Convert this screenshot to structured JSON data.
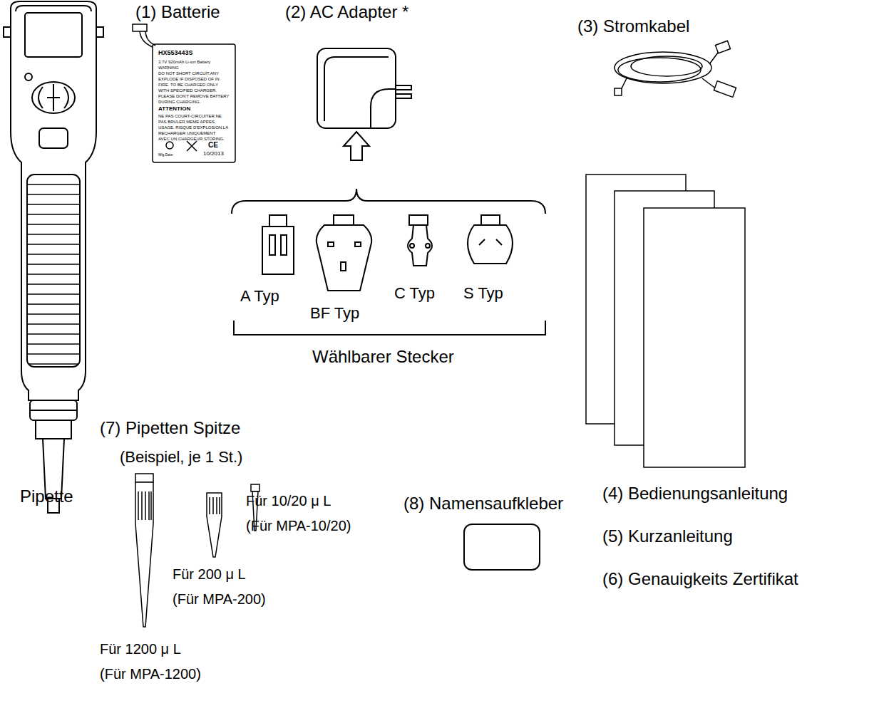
{
  "diagram": {
    "nodes": [
      {
        "text": [
          "(8) Namensaufkleber"
        ]
      }
    ],
    "labels": [
      "(1) Batterie",
      "(2) AC Adapter *",
      "(3) Stromkabel",
      "A Typ",
      "BF Typ",
      "C Typ",
      "S Typ",
      "Wählbarer Stecker",
      "(7) Pipetten Spitze",
      "(Beispiel, je 1 St.)",
      "Für 10/20 μ L",
      "(Für MPA-10/20)",
      "Für 200 μ L",
      "(Für MPA-200)",
      "Für 1200 μ L",
      "(Für MPA-1200)",
      "Pipette",
      "(4) Bedienungsanleitung",
      "(5) Kurzanleitung",
      "(6) Genauigkeits Zertifikat",
      "HX553443S",
      "3.7V 920mAh Li-ion Battery",
      "WARNING",
      "DO NOT SHORT CIRCUIT.ANY",
      "EXPLODE IF DISPOSED OF IN",
      "FIRE. TO BE CHARGED ONLY",
      "WITH SPECIFIED CHARGER.",
      "PLEASE DON'T REMOVE BATTERY",
      "DURING CHARGING.",
      "ATTENTION",
      "NE PAS COURT-CIRCUITER.NE",
      "PAS BRULER MEME APRES",
      "USAGE. RISQUE D'EXPLOSION.LA",
      "RECHARGER UNIQUEMENT",
      "AVEC UN CHARGEUR STORING.",
      "CE",
      "Mfg.Date:",
      "10/2013"
    ]
  }
}
